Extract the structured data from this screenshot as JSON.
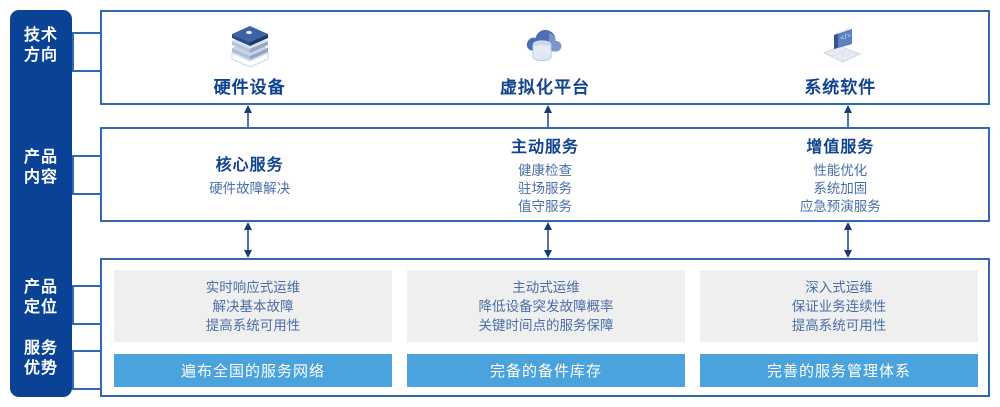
{
  "rail": {
    "labels": [
      {
        "name": "tech-direction",
        "line1": "技术",
        "line2": "方向"
      },
      {
        "name": "product-content",
        "line1": "产品",
        "line2": "内容"
      },
      {
        "name": "product-positioning",
        "line1": "产品",
        "line2": "定位"
      },
      {
        "name": "service-advantage",
        "line1": "服务",
        "line2": "优势"
      }
    ]
  },
  "tech": {
    "items": [
      {
        "icon": "server-stack-icon",
        "title": "硬件设备"
      },
      {
        "icon": "cloud-database-icon",
        "title": "虚拟化平台"
      },
      {
        "icon": "laptop-code-icon",
        "title": "系统软件"
      }
    ]
  },
  "content": {
    "columns": [
      {
        "title": "核心服务",
        "items": [
          "硬件故障解决"
        ]
      },
      {
        "title": "主动服务",
        "items": [
          "健康检查",
          "驻场服务",
          "值守服务"
        ]
      },
      {
        "title": "增值服务",
        "items": [
          "性能优化",
          "系统加固",
          "应急预演服务"
        ]
      }
    ]
  },
  "positioning": {
    "boxes": [
      {
        "items": [
          "实时响应式运维",
          "解决基本故障",
          "提高系统可用性"
        ]
      },
      {
        "items": [
          "主动式运维",
          "降低设备突发故障概率",
          "关键时间点的服务保障"
        ]
      },
      {
        "items": [
          "深入式运维",
          "保证业务连续性",
          "提高系统可用性"
        ]
      }
    ]
  },
  "advantages": {
    "bars": [
      "遍布全国的服务网络",
      "完备的备件库存",
      "完善的服务管理体系"
    ]
  },
  "colors": {
    "rail_blue": "#0a4296",
    "border_blue": "#2f68b5",
    "title_blue": "#11438f",
    "text_blue": "#4a6fa8",
    "bar_blue": "#4aa3dd",
    "gray_box": "#efefef"
  }
}
